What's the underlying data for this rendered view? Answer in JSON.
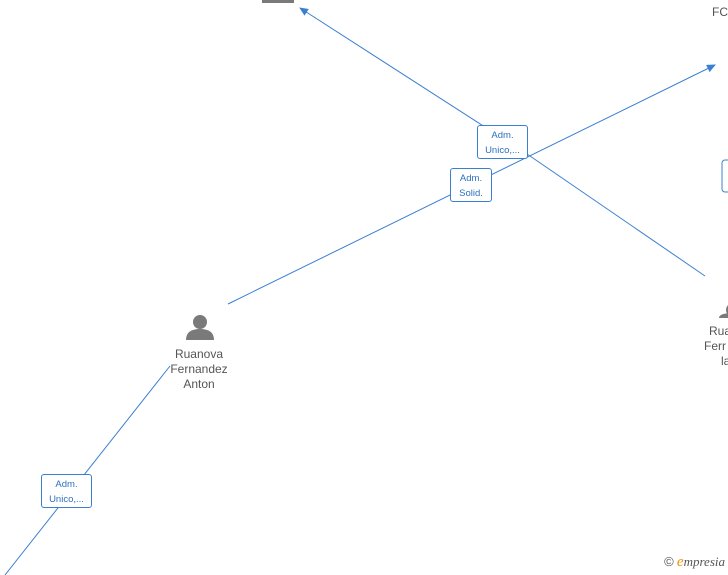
{
  "colors": {
    "edge": "#3b7fd1",
    "node": "#7a7a7a",
    "label_text": "#2f6fc0",
    "accent": "#f39200"
  },
  "nodes": {
    "center_person": {
      "type": "person-icon",
      "lines": [
        "Ruanova",
        "Fernandez",
        "Anton"
      ]
    },
    "right_person": {
      "type": "person-icon",
      "lines": [
        "Rua",
        "Ferr",
        "la"
      ]
    },
    "top_company": {
      "type": "building-icon"
    },
    "top_right_company": {
      "type": "building-icon",
      "lines": [
        "FC"
      ]
    }
  },
  "edges": {
    "e1": {
      "label_lines": [
        "Adm.",
        "Unico,..."
      ]
    },
    "e2": {
      "label_lines": [
        "Adm.",
        "Solid."
      ]
    },
    "e3": {
      "label_lines": [
        "Adm.",
        "Unico,..."
      ]
    }
  },
  "watermark": {
    "copyright": "©",
    "brand_initial": "e",
    "brand_rest": "mpresia"
  }
}
